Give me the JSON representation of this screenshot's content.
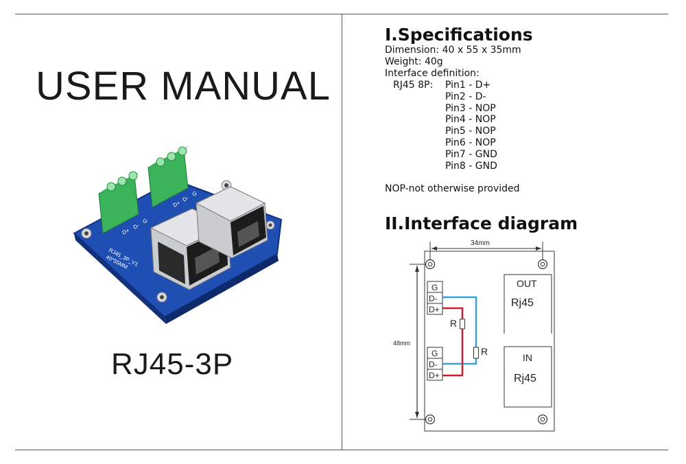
{
  "left": {
    "title": "USER MANUAL",
    "model": "RJ45-3P",
    "photo": {
      "board_label_line1": "RJ45_3P_V1",
      "board_label_line2": "40*55MM",
      "terminal_pins": [
        "D+",
        "D-",
        "G"
      ]
    }
  },
  "specifications": {
    "heading": "I.Specifications",
    "dimension": "Dimension: 40 x 55 x 35mm",
    "weight": "Weight: 40g",
    "interface_definition": "Interface definition:",
    "pin_prefix": "RJ45 8P:",
    "pins": [
      "Pin1 - D+",
      "Pin2 - D-",
      "Pin3 - NOP",
      "Pin4  - NOP",
      "Pin5  - NOP",
      "Pin6  - NOP",
      "Pin7  - GND",
      "Pin8  - GND"
    ],
    "note": "NOP-not otherwise provided"
  },
  "interface_diagram": {
    "heading": "II.Interface diagram",
    "width_label": "34mm",
    "height_label": "48mm",
    "terminal_labels": [
      "G",
      "D-",
      "D+"
    ],
    "resistor_label": "R",
    "out_label": "OUT",
    "out_port": "Rj45",
    "in_label": "IN",
    "in_port": "Rj45",
    "colors": {
      "wire_blue": "#3aa0d8",
      "wire_red": "#c8202a",
      "outline": "#333333"
    }
  }
}
